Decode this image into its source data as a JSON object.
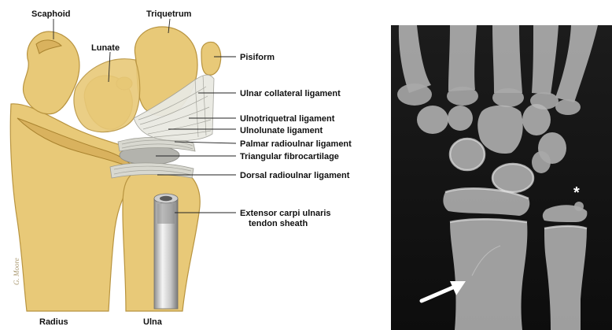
{
  "anatomy": {
    "labels": {
      "scaphoid": "Scaphoid",
      "triquetrum": "Triquetrum",
      "lunate": "Lunate",
      "pisiform": "Pisiform",
      "ulnar_collateral": "Ulnar collateral ligament",
      "ulnotriquetral": "Ulnotriquetral ligament",
      "ulnolunate": "Ulnolunate ligament",
      "palmar_radioulnar": "Palmar radioulnar ligament",
      "triangular_fibrocartilage": "Triangular fibrocartilage",
      "dorsal_radioulnar": "Dorsal radioulnar ligament",
      "ecu_line1": "Extensor carpi ulnaris",
      "ecu_line2": "tendon sheath",
      "radius": "Radius",
      "ulna": "Ulna"
    },
    "signature": "G. Moore"
  },
  "xray": {
    "asterisk": "*",
    "arrow": "arrow"
  }
}
